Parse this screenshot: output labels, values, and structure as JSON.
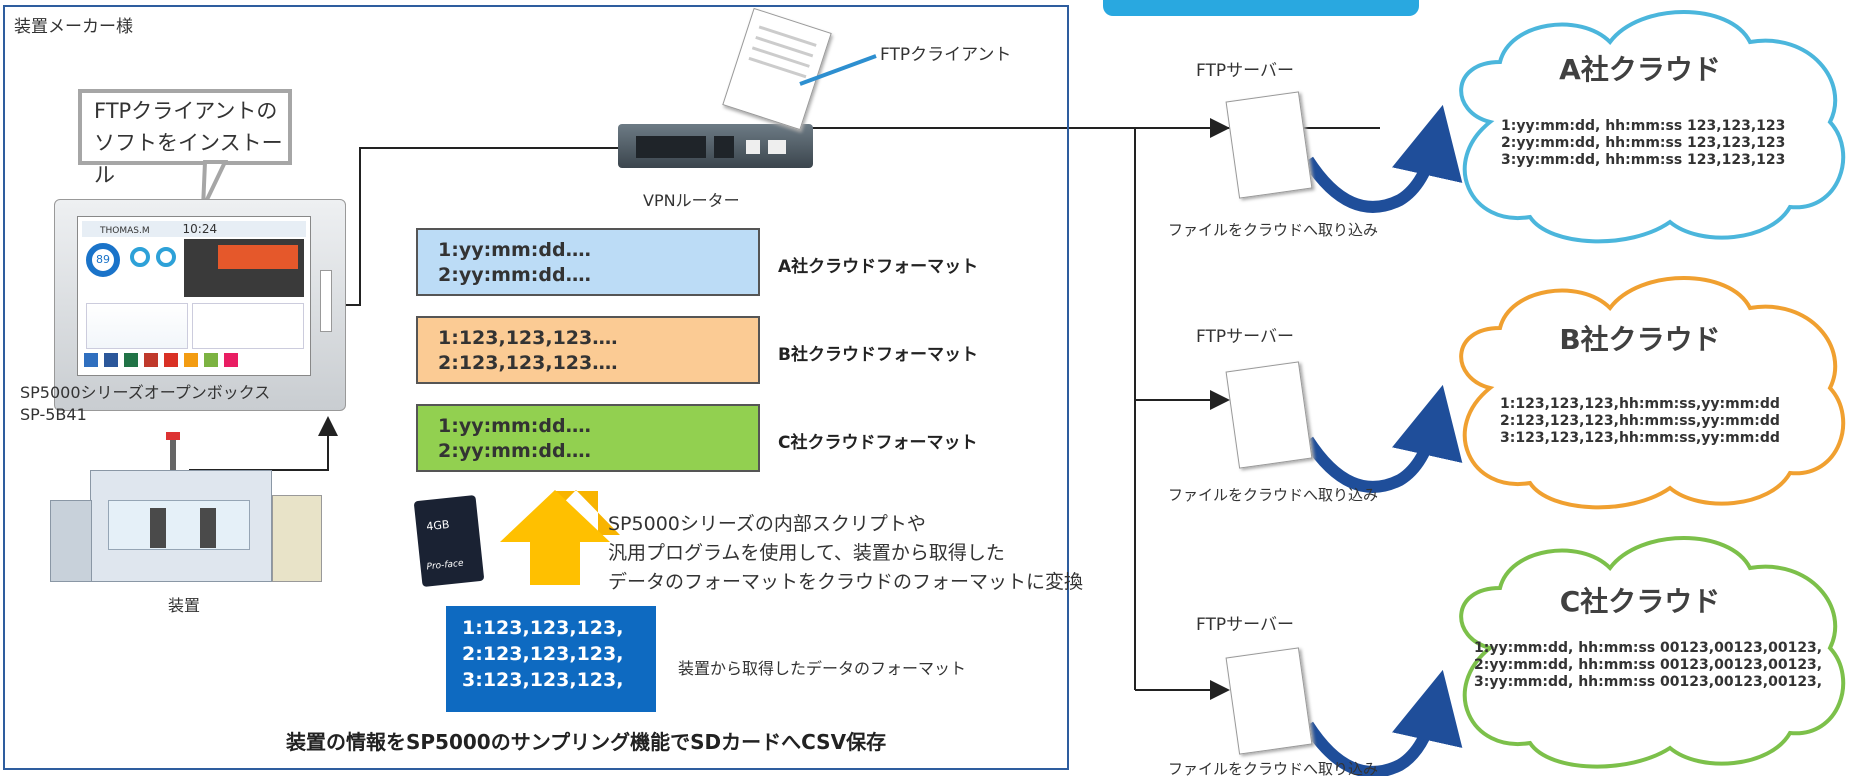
{
  "maker": {
    "label": "装置メーカー様",
    "footer": "装置の情報をSP5000のサンプリング機能でSDカードへCSV保存"
  },
  "callout": {
    "line1": "FTPクライアントの",
    "line2": "ソフトをインストール"
  },
  "hmi": {
    "screen_user": "THOMAS.M",
    "screen_time": "10:24",
    "screen_gauge": "89",
    "model_line1": "SP5000シリーズオープンボックス",
    "model_line2": "SP-5B41"
  },
  "machine": {
    "label": "装置"
  },
  "router": {
    "label": "VPNルーター",
    "client_label": "FTPクライアント"
  },
  "formats": [
    {
      "line1": "1:yy:mm:dd‥‥",
      "line2": "2:yy:mm:dd‥‥",
      "label": "A社クラウドフォーマット",
      "color": "#bcdcf6"
    },
    {
      "line1": "1:123,123,123‥‥",
      "line2": "2:123,123,123‥‥",
      "label": "B社クラウドフォーマット",
      "color": "#fbcb94"
    },
    {
      "line1": "1:yy:mm:dd‥‥",
      "line2": "2:yy:mm:dd‥‥",
      "label": "C社クラウドフォーマット",
      "color": "#92d050"
    }
  ],
  "sd_card": {
    "capacity": "4GB",
    "brand": "Pro-face"
  },
  "conversion": {
    "line1": "SP5000シリーズの内部スクリプトや",
    "line2": "汎用プログラムを使用して、装置から取得した",
    "line3": "データのフォーマットをクラウドのフォーマットに変換"
  },
  "source": {
    "lines": [
      "1:123,123,123,",
      "2:123,123,123,",
      "3:123,123,123,"
    ],
    "label": "装置から取得したデータのフォーマット"
  },
  "servers": [
    {
      "label": "FTPサーバー",
      "caption": "ファイルをクラウドへ取り込み"
    },
    {
      "label": "FTPサーバー",
      "caption": "ファイルをクラウドへ取り込み"
    },
    {
      "label": "FTPサーバー",
      "caption": "ファイルをクラウドへ取り込み"
    }
  ],
  "clouds": [
    {
      "title": "A社クラウド",
      "color": "#4bb6dc",
      "lines": [
        "1:yy:mm:dd, hh:mm:ss 123,123,123",
        "2:yy:mm:dd, hh:mm:ss 123,123,123",
        "3:yy:mm:dd, hh:mm:ss 123,123,123"
      ]
    },
    {
      "title": "B社クラウド",
      "color": "#f0a030",
      "lines": [
        "1:123,123,123,hh:mm:ss,yy:mm:dd",
        "2:123,123,123,hh:mm:ss,yy:mm:dd",
        "3:123,123,123,hh:mm:ss,yy:mm:dd"
      ]
    },
    {
      "title": "C社クラウド",
      "color": "#7cc04a",
      "lines": [
        "1:yy:mm:dd, hh:mm:ss 00123,00123,00123,",
        "2:yy:mm:dd, hh:mm:ss 00123,00123,00123,",
        "3:yy:mm:dd, hh:mm:ss 00123,00123,00123,"
      ]
    }
  ]
}
